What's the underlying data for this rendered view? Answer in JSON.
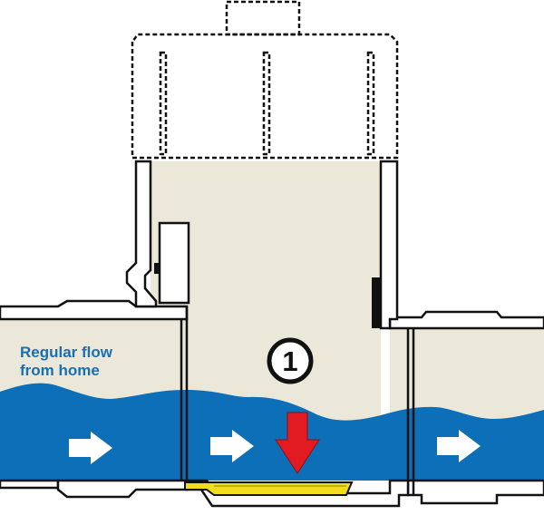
{
  "labels": {
    "flow_line1": "Regular flow",
    "flow_line2": "from home",
    "step": "1"
  },
  "colors": {
    "water": "#0d6fb8",
    "air": "#ebe7d9",
    "pipe_outline": "#111111",
    "pipe_wall": "#ffffff",
    "gate": "#f2dc1e",
    "down_arrow": "#e21b23",
    "flow_arrow": "#ffffff",
    "label_text": "#1a6fb3"
  },
  "icons": {
    "flow_arrow": "right-arrow",
    "down_arrow": "down-arrow",
    "removed_cap": "dashed-outline-cap"
  }
}
